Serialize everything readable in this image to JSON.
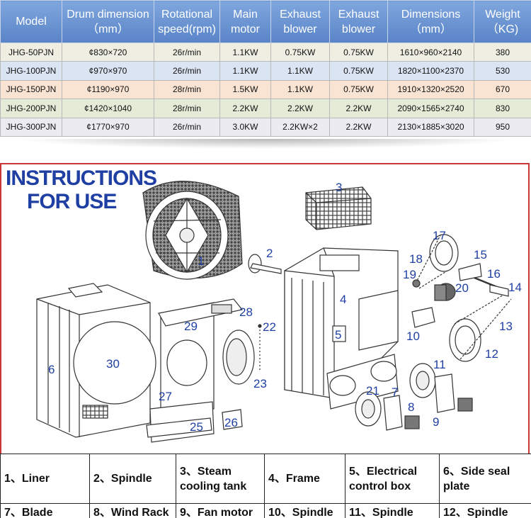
{
  "spec_table": {
    "headers": [
      "Model",
      "Drum dimension\n（mm）",
      "Rotational\nspeed(rpm)",
      "Main\nmotor",
      "Exhaust\nblower",
      "Exhaust\nblower",
      "Dimensions\n（mm）",
      "Weight\n（KG)"
    ],
    "rows": [
      [
        "JHG-50PJN",
        "¢830×720",
        "26r/min",
        "1.1KW",
        "0.75KW",
        "0.75KW",
        "1610×960×2140",
        "380"
      ],
      [
        "JHG-100PJN",
        "¢970×970",
        "26r/min",
        "1.1KW",
        "1.1KW",
        "0.75KW",
        "1820×1100×2370",
        "530"
      ],
      [
        "JHG-150PJN",
        "¢1190×970",
        "28r/min",
        "1.5KW",
        "1.1KW",
        "0.75KW",
        "1910×1320×2520",
        "670"
      ],
      [
        "JHG-200PJN",
        "¢1420×1040",
        "28r/min",
        "2.2KW",
        "2.2KW",
        "2.2KW",
        "2090×1565×2740",
        "830"
      ],
      [
        "JHG-300PJN",
        "¢1770×970",
        "26r/min",
        "3.0KW",
        "2.2KW×2",
        "2.2KW",
        "2130×1885×3020",
        "950"
      ]
    ]
  },
  "diagram": {
    "title_line1": "INSTRUCTIONS",
    "title_line2": "FOR USE",
    "callouts": [
      "1",
      "2",
      "3",
      "4",
      "5",
      "6",
      "7",
      "8",
      "9",
      "10",
      "11",
      "12",
      "13",
      "14",
      "15",
      "16",
      "17",
      "18",
      "19",
      "20",
      "21",
      "22",
      "23",
      "25",
      "26",
      "27",
      "28",
      "29",
      "30"
    ]
  },
  "parts": {
    "row1": [
      "1、Liner",
      "2、Spindle",
      "3、Steam\ncooling tank",
      "4、Frame",
      "5、Electrical\ncontrol box",
      "6、Side seal\nplate"
    ],
    "row2": [
      "7、Blade",
      "8、Wind Rack",
      "9、Fan motor",
      "10、Spindle",
      "11、Spindle",
      "12、Spindle"
    ]
  }
}
